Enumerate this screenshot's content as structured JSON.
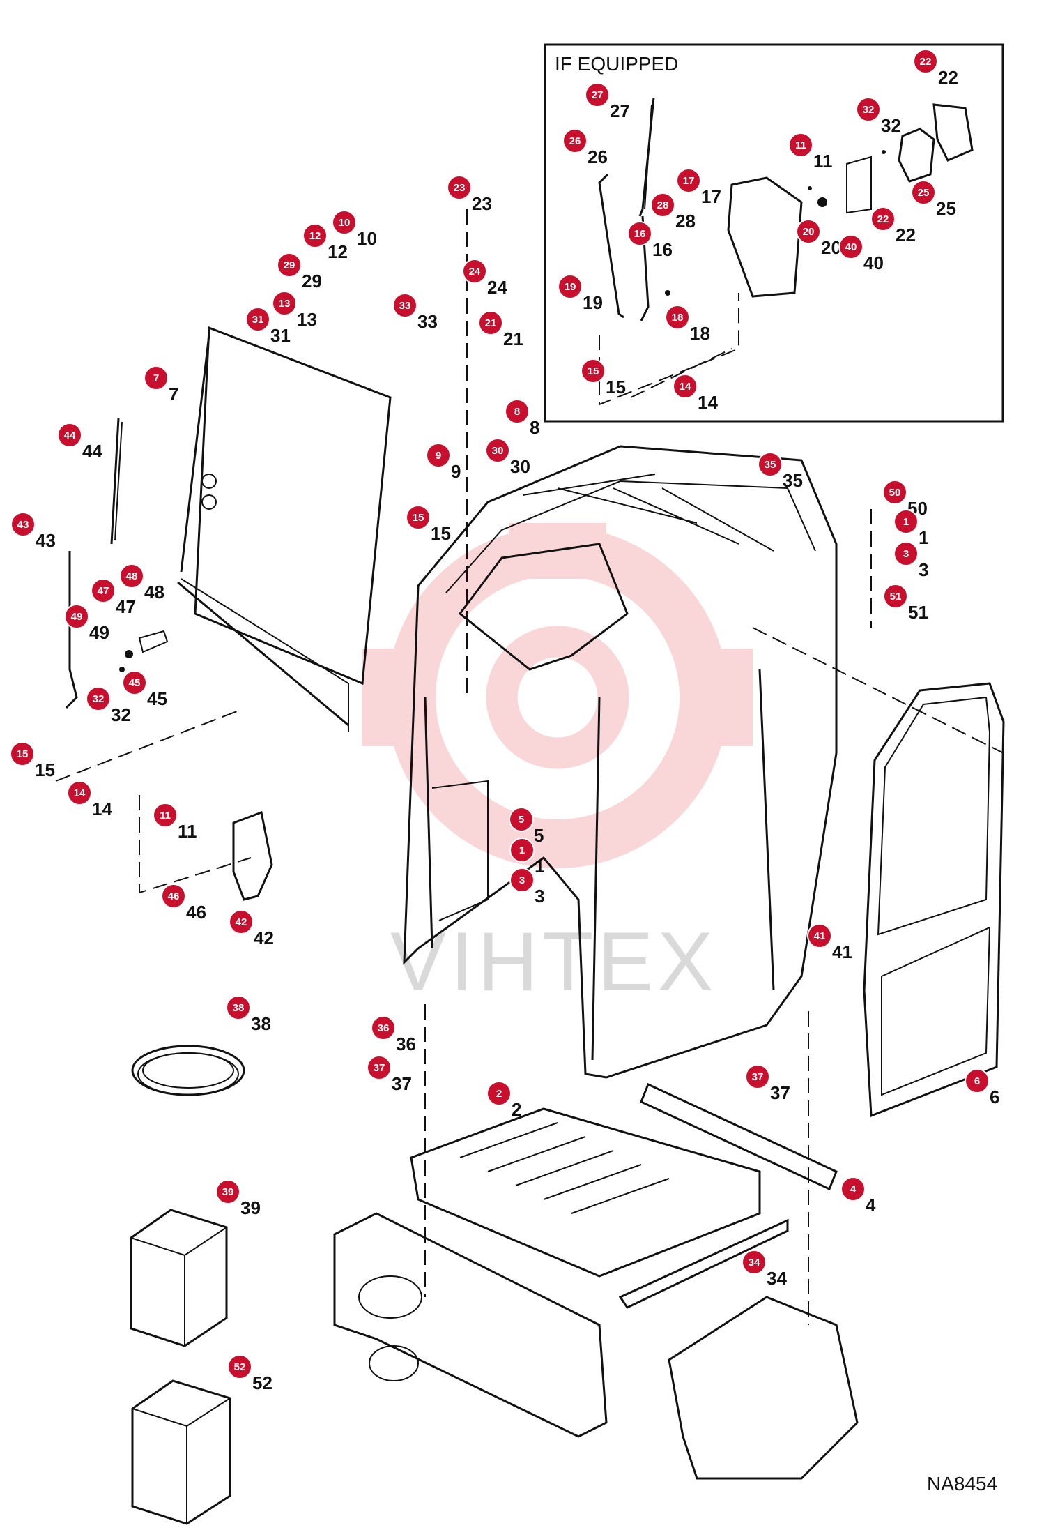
{
  "inset": {
    "title": "IF EQUIPPED"
  },
  "drawing_ref": "NA8454",
  "watermark": "VIHTEX",
  "callouts": [
    {
      "n": "1",
      "label": "1"
    },
    {
      "n": "1b",
      "label": "1"
    },
    {
      "n": "2",
      "label": "2"
    },
    {
      "n": "3",
      "label": "3"
    },
    {
      "n": "3b",
      "label": "3"
    },
    {
      "n": "4",
      "label": "4"
    },
    {
      "n": "5",
      "label": "5"
    },
    {
      "n": "6",
      "label": "6"
    },
    {
      "n": "7",
      "label": "7"
    },
    {
      "n": "8",
      "label": "8"
    },
    {
      "n": "9",
      "label": "9"
    },
    {
      "n": "10",
      "label": "10"
    },
    {
      "n": "11",
      "label": "11"
    },
    {
      "n": "11b",
      "label": "11"
    },
    {
      "n": "12",
      "label": "12"
    },
    {
      "n": "13",
      "label": "13"
    },
    {
      "n": "14",
      "label": "14"
    },
    {
      "n": "14b",
      "label": "14"
    },
    {
      "n": "15",
      "label": "15"
    },
    {
      "n": "15b",
      "label": "15"
    },
    {
      "n": "15c",
      "label": "15"
    },
    {
      "n": "16",
      "label": "16"
    },
    {
      "n": "17",
      "label": "17"
    },
    {
      "n": "18",
      "label": "18"
    },
    {
      "n": "19",
      "label": "19"
    },
    {
      "n": "20",
      "label": "20"
    },
    {
      "n": "21",
      "label": "21"
    },
    {
      "n": "22",
      "label": "22"
    },
    {
      "n": "22b",
      "label": "22"
    },
    {
      "n": "23",
      "label": "23"
    },
    {
      "n": "24",
      "label": "24"
    },
    {
      "n": "25",
      "label": "25"
    },
    {
      "n": "26",
      "label": "26"
    },
    {
      "n": "27",
      "label": "27"
    },
    {
      "n": "28",
      "label": "28"
    },
    {
      "n": "29",
      "label": "29"
    },
    {
      "n": "30",
      "label": "30"
    },
    {
      "n": "31",
      "label": "31"
    },
    {
      "n": "32",
      "label": "32"
    },
    {
      "n": "32b",
      "label": "32"
    },
    {
      "n": "33",
      "label": "33"
    },
    {
      "n": "34",
      "label": "34"
    },
    {
      "n": "35",
      "label": "35"
    },
    {
      "n": "36",
      "label": "36"
    },
    {
      "n": "37",
      "label": "37"
    },
    {
      "n": "37b",
      "label": "37"
    },
    {
      "n": "38",
      "label": "38"
    },
    {
      "n": "39",
      "label": "39"
    },
    {
      "n": "40",
      "label": "40"
    },
    {
      "n": "41",
      "label": "41"
    },
    {
      "n": "42",
      "label": "42"
    },
    {
      "n": "43",
      "label": "43"
    },
    {
      "n": "44",
      "label": "44"
    },
    {
      "n": "45",
      "label": "45"
    },
    {
      "n": "46",
      "label": "46"
    },
    {
      "n": "47",
      "label": "47"
    },
    {
      "n": "48",
      "label": "48"
    },
    {
      "n": "49",
      "label": "49"
    },
    {
      "n": "50",
      "label": "50"
    },
    {
      "n": "51",
      "label": "51"
    },
    {
      "n": "52",
      "label": "52"
    }
  ]
}
